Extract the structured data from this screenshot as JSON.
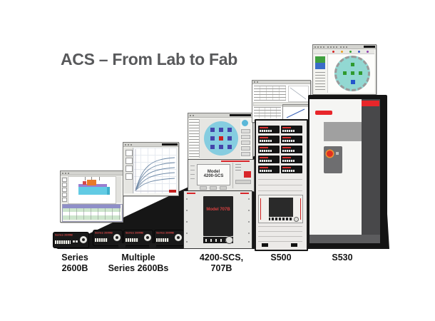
{
  "title": "ACS – From Lab to Fab",
  "colors": {
    "brand_red": "#d8262a",
    "wedge_black": "#161616",
    "title_gray": "#58595b",
    "label_black": "#141414"
  },
  "products": {
    "series_2600b": {
      "label_line1": "Series",
      "label_line2": "2600B",
      "faceplate": "Series 2600B"
    },
    "multiple_2600b": {
      "label_line1": "Multiple",
      "label_line2": "Series 2600Bs",
      "faceplate": "Series 2600B"
    },
    "scs_707b": {
      "label_line1": "4200-SCS,",
      "label_line2": "707B",
      "screen_line1": "Model",
      "screen_line2": "4200-SCS",
      "matrix_label": "Model 707B"
    },
    "s500": {
      "label": "S500"
    },
    "s530": {
      "label": "S530"
    }
  }
}
